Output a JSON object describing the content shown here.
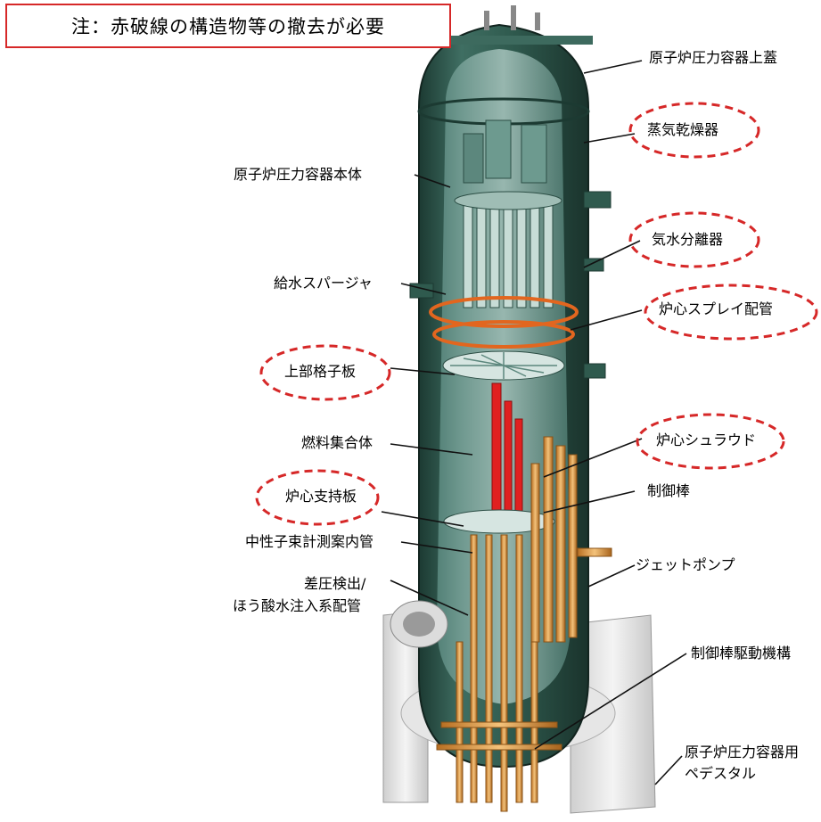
{
  "note": "注：赤破線の構造物等の撤去が必要",
  "labels": {
    "upper_head": "原子炉圧力容器上蓋",
    "steam_dryer": "蒸気乾燥器",
    "vessel_body": "原子炉圧力容器本体",
    "steam_separator": "気水分離器",
    "feedwater_sparger": "給水スパージャ",
    "core_spray_piping": "炉心スプレイ配管",
    "top_guide": "上部格子板",
    "fuel_assembly": "燃料集合体",
    "core_shroud": "炉心シュラウド",
    "control_rod": "制御棒",
    "core_support_plate": "炉心支持板",
    "incore_guide_tube": "中性子束計測案内管",
    "jet_pump": "ジェットポンプ",
    "dp_line_1": "差圧検出/",
    "dp_line_2": "ほう酸水注入系配管",
    "crd": "制御棒駆動機構",
    "pedestal_1": "原子炉圧力容器用",
    "pedestal_2": "ペデスタル"
  },
  "colors": {
    "removal_marker": "#d62828",
    "vessel": "#2f5a4e",
    "vessel_dark": "#1c3a32",
    "fuel": "#e02020",
    "piping": "#e8a34a",
    "spray_ring": "#e2661f",
    "pedestal": "#e9e9e9"
  }
}
